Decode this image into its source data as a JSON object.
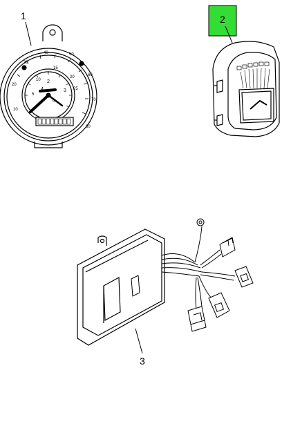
{
  "callouts": [
    {
      "id": "1",
      "highlighted": false
    },
    {
      "id": "2",
      "highlighted": true
    },
    {
      "id": "3",
      "highlighted": false
    }
  ],
  "highlight_color": "#33dd33",
  "gauge": {
    "outer_ticks": [
      "10",
      "20",
      "30",
      "40",
      "50",
      "60",
      "70",
      "80"
    ],
    "inner_ticks": [
      "0",
      "5",
      "10",
      "15",
      "20",
      "25"
    ],
    "small_labels": [
      "2",
      "3",
      "4"
    ]
  }
}
